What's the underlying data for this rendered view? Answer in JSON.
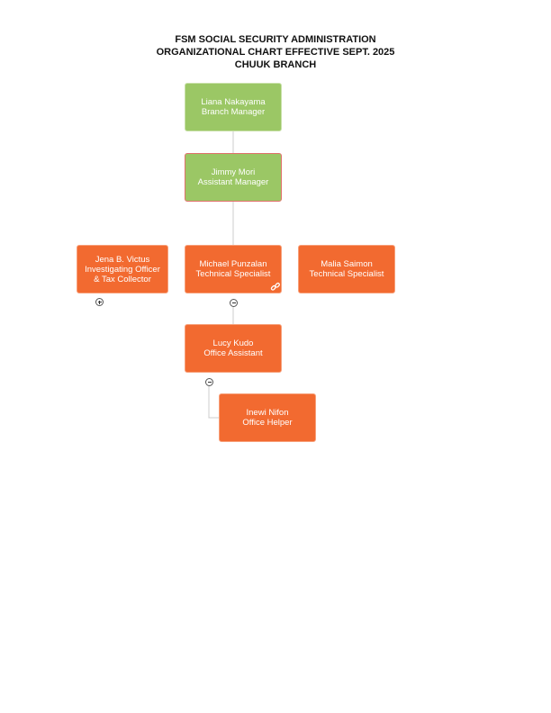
{
  "title": {
    "line1": "FSM SOCIAL SECURITY ADMINISTRATION",
    "line2": "ORGANIZATIONAL CHART EFFECTIVE SEPT. 2025",
    "line3": "CHUUK BRANCH"
  },
  "colors": {
    "manager_green": "#9bc765",
    "staff_orange": "#f26a30",
    "connector": "#cccccc"
  },
  "nodes": {
    "branch_manager": {
      "name": "Liana Nakayama",
      "role": "Branch Manager"
    },
    "assistant_manager": {
      "name": "Jimmy Mori",
      "role": "Assistant Manager"
    },
    "investigating_officer": {
      "name": "Jena B. Victus",
      "role_line1": "Investigating Officer",
      "role_line2": "& Tax Collector",
      "toggle": "expand"
    },
    "technical_specialist_1": {
      "name": "Michael Punzalan",
      "role": "Technical Specialist",
      "toggle": "collapse",
      "icon": "link-icon"
    },
    "technical_specialist_2": {
      "name": "Malia Saimon",
      "role": "Technical Specialist"
    },
    "office_assistant": {
      "name": "Lucy Kudo",
      "role": "Office Assistant",
      "toggle": "collapse"
    },
    "office_helper": {
      "name": "Inewi Nifon",
      "role": "Office Helper"
    }
  }
}
